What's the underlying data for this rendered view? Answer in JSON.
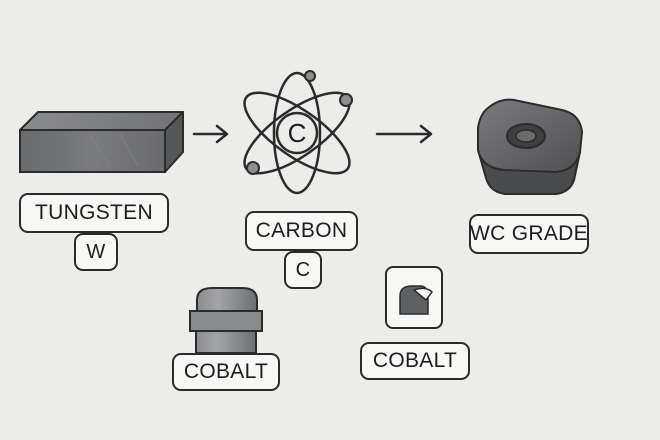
{
  "diagram": {
    "nodes": {
      "tungsten": {
        "name": "TUNGSTEN",
        "symbol": "W"
      },
      "carbon": {
        "name": "CARBON",
        "symbol": "C",
        "atom_symbol": "C"
      },
      "wc_grade": {
        "name": "WC GRADE"
      },
      "cobalt_left": {
        "name": "COBALT"
      },
      "cobalt_right": {
        "name": "COBALT"
      }
    },
    "colors": {
      "background": "#ececea",
      "metal_dark": "#5f6062",
      "metal_mid": "#7b7c7e",
      "metal_light": "#9a9b9d",
      "outline": "#2b2b2b",
      "label_fill": "#f7f7f5"
    }
  }
}
